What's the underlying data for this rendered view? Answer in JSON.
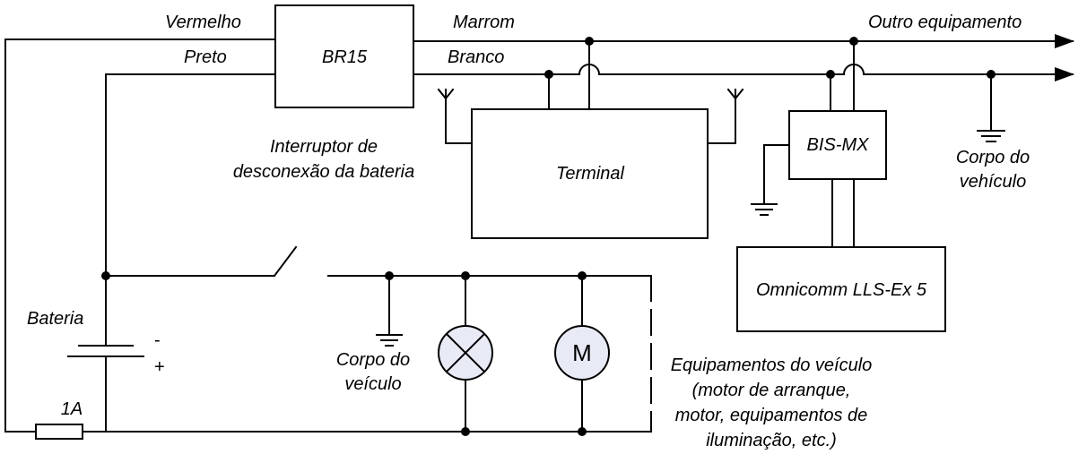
{
  "colors": {
    "wire": "#000000",
    "background": "#ffffff",
    "component_fill": "#e8eaf6"
  },
  "labels": {
    "vermelho": "Vermelho",
    "preto": "Preto",
    "marrom": "Marrom",
    "branco": "Branco",
    "outro_equipamento": "Outro equipamento",
    "interruptor_line1": "Interruptor de",
    "interruptor_line2": "desconexão da bateria",
    "corpo_vehiculo_line1": "Corpo do",
    "corpo_vehiculo_line2": "vehículo",
    "bateria": "Bateria",
    "minus": "-",
    "plus": "+",
    "fuse": "1A",
    "corpo_veiculo_line1": "Corpo do",
    "corpo_veiculo_line2": "veículo",
    "equip_line1": "Equipamentos do veículo",
    "equip_line2": "(motor de arranque,",
    "equip_line3": "motor, equipamentos de",
    "equip_line4": "iluminação, etc.)"
  },
  "components": {
    "br15": "BR15",
    "terminal": "Terminal",
    "bis_mx": "BIS-MX",
    "omnicomm": "Omnicomm LLS-Ex 5",
    "motor": "M"
  }
}
